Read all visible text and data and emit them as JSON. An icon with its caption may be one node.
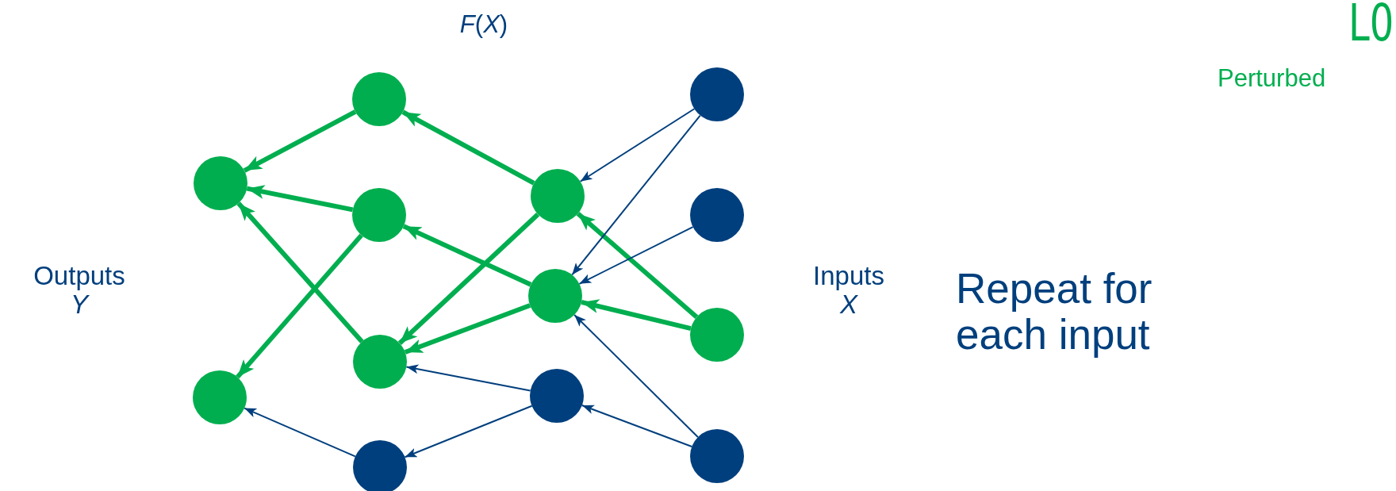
{
  "diagram": {
    "nodes": [
      {
        "text": [],
        "shape": "circle"
      },
      {
        "text": [],
        "shape": "circle"
      },
      {
        "text": [],
        "shape": "circle"
      },
      {
        "text": [],
        "shape": "circle"
      },
      {
        "text": [],
        "shape": "circle"
      },
      {
        "text": [],
        "shape": "circle"
      },
      {
        "text": [],
        "shape": "circle"
      },
      {
        "text": [],
        "shape": "circle"
      },
      {
        "text": [],
        "shape": "circle"
      },
      {
        "text": [],
        "shape": "circle"
      },
      {
        "text": [],
        "shape": "circle"
      },
      {
        "text": [],
        "shape": "circle"
      },
      {
        "text": [],
        "shape": "circle"
      }
    ],
    "edges": [
      {
        "from": 2,
        "to": 0,
        "arrow": "to"
      },
      {
        "from": 3,
        "to": 0,
        "arrow": "to"
      },
      {
        "from": 4,
        "to": 0,
        "arrow": "to"
      },
      {
        "from": 3,
        "to": 1,
        "arrow": "to"
      },
      {
        "from": 6,
        "to": 2,
        "arrow": "to"
      },
      {
        "from": 6,
        "to": 4,
        "arrow": "to"
      },
      {
        "from": 7,
        "to": 3,
        "arrow": "to"
      },
      {
        "from": 7,
        "to": 4,
        "arrow": "to"
      },
      {
        "from": 11,
        "to": 6,
        "arrow": "to"
      },
      {
        "from": 11,
        "to": 7,
        "arrow": "to"
      },
      {
        "from": 9,
        "to": 6,
        "arrow": "to",
        "color": "#003f7d"
      },
      {
        "from": 9,
        "to": 7,
        "arrow": "to",
        "color": "#003f7d"
      },
      {
        "from": 10,
        "to": 7,
        "arrow": "to",
        "color": "#003f7d"
      },
      {
        "from": 12,
        "to": 7,
        "arrow": "to",
        "color": "#003f7d"
      },
      {
        "from": 12,
        "to": 8,
        "arrow": "to",
        "color": "#003f7d"
      },
      {
        "from": 8,
        "to": 4,
        "arrow": "to",
        "color": "#003f7d"
      },
      {
        "from": 8,
        "to": 5,
        "arrow": "to",
        "color": "#003f7d"
      },
      {
        "from": 5,
        "to": 1,
        "arrow": "to",
        "color": "#003f7d"
      }
    ],
    "labels": [
      "*F*(*X*)",
      "L0",
      "Perturbed",
      "Outputs *Y*",
      "Inputs *X*",
      "Repeat for each input"
    ]
  }
}
